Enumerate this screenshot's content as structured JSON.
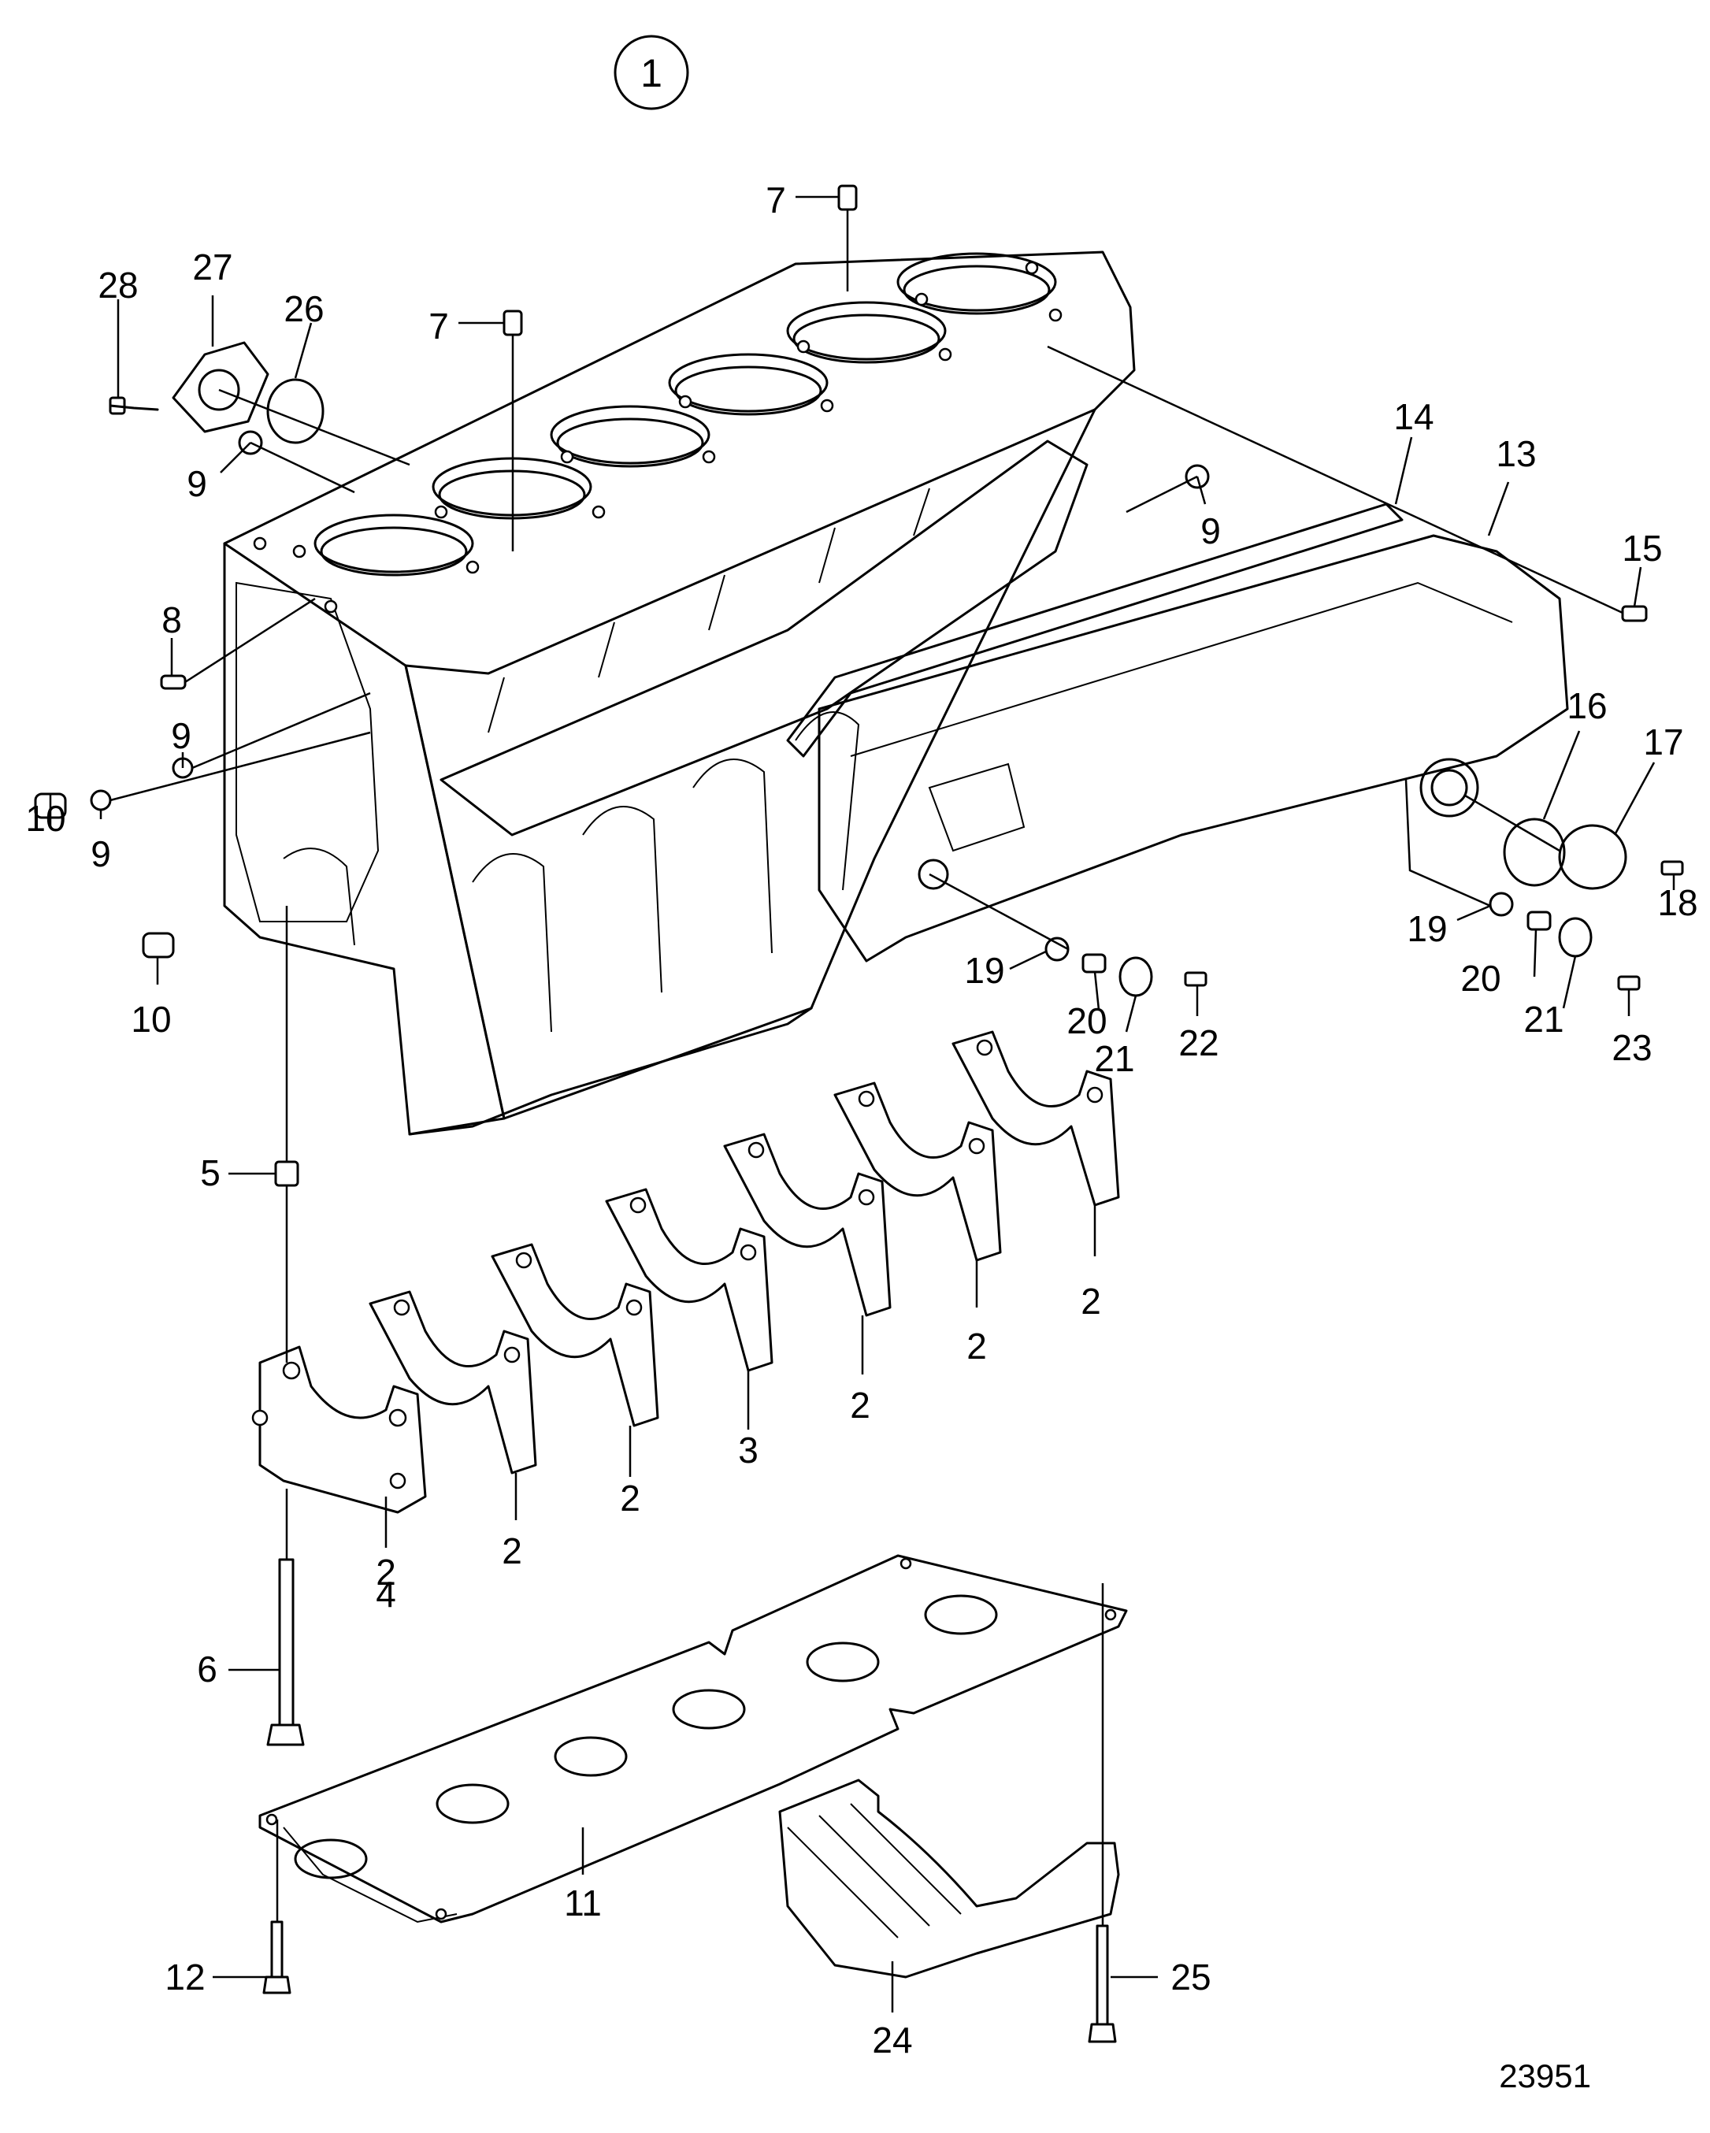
{
  "group_badge": "1",
  "drawing_number": "23951",
  "callouts": [
    {
      "id": "c28",
      "text": "28"
    },
    {
      "id": "c27",
      "text": "27"
    },
    {
      "id": "c26",
      "text": "26"
    },
    {
      "id": "c9a",
      "text": "9"
    },
    {
      "id": "c7a",
      "text": "7"
    },
    {
      "id": "c7b",
      "text": "7"
    },
    {
      "id": "c9b",
      "text": "9"
    },
    {
      "id": "c14",
      "text": "14"
    },
    {
      "id": "c13",
      "text": "13"
    },
    {
      "id": "c15",
      "text": "15"
    },
    {
      "id": "c8",
      "text": "8"
    },
    {
      "id": "c9c",
      "text": "9"
    },
    {
      "id": "c10a",
      "text": "10"
    },
    {
      "id": "c9d",
      "text": "9"
    },
    {
      "id": "c10b",
      "text": "10"
    },
    {
      "id": "c16",
      "text": "16"
    },
    {
      "id": "c17",
      "text": "17"
    },
    {
      "id": "c18",
      "text": "18"
    },
    {
      "id": "c19a",
      "text": "19"
    },
    {
      "id": "c20a",
      "text": "20"
    },
    {
      "id": "c21a",
      "text": "21"
    },
    {
      "id": "c22",
      "text": "22"
    },
    {
      "id": "c19b",
      "text": "19"
    },
    {
      "id": "c20b",
      "text": "20"
    },
    {
      "id": "c21b",
      "text": "21"
    },
    {
      "id": "c23",
      "text": "23"
    },
    {
      "id": "c5",
      "text": "5"
    },
    {
      "id": "c2a",
      "text": "2"
    },
    {
      "id": "c2b",
      "text": "2"
    },
    {
      "id": "c2c",
      "text": "2"
    },
    {
      "id": "c3",
      "text": "3"
    },
    {
      "id": "c2d",
      "text": "2"
    },
    {
      "id": "c2e",
      "text": "2"
    },
    {
      "id": "c2f",
      "text": "2"
    },
    {
      "id": "c4",
      "text": "4"
    },
    {
      "id": "c6",
      "text": "6"
    },
    {
      "id": "c12",
      "text": "12"
    },
    {
      "id": "c11",
      "text": "11"
    },
    {
      "id": "c24",
      "text": "24"
    },
    {
      "id": "c25",
      "text": "25"
    }
  ]
}
